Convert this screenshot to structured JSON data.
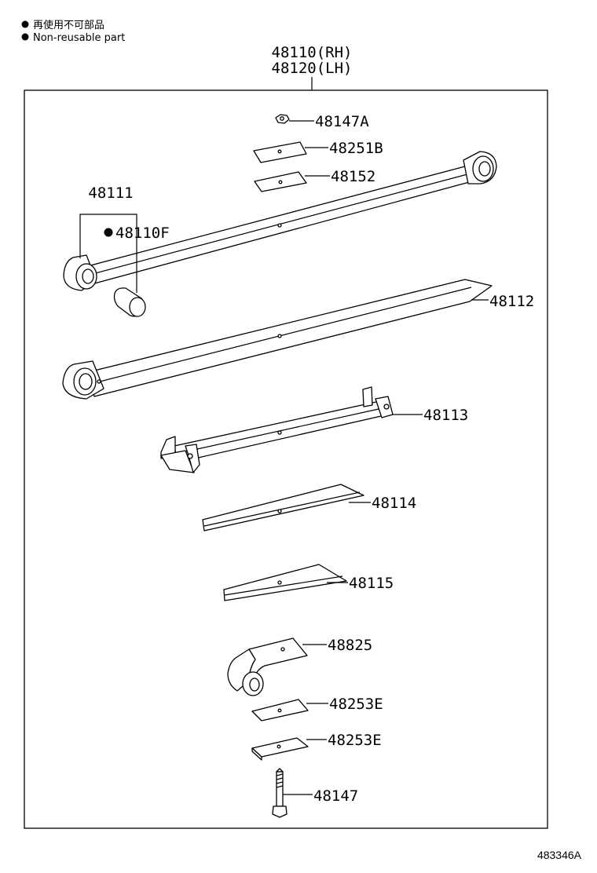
{
  "legend": {
    "line1": "再使用不可部品",
    "line2": "Non-reusable part"
  },
  "assembly": {
    "line1": "48110(RH)",
    "line2": "48120(LH)"
  },
  "parts": {
    "p48147A": "48147A",
    "p48251B": "48251B",
    "p48152": "48152",
    "p48111": "48111",
    "p48110F": "48110F",
    "p48112": "48112",
    "p48113": "48113",
    "p48114": "48114",
    "p48115": "48115",
    "p48825": "48825",
    "p48253E_a": "48253E",
    "p48253E_b": "48253E",
    "p48147": "48147"
  },
  "reference_code": "483346A"
}
